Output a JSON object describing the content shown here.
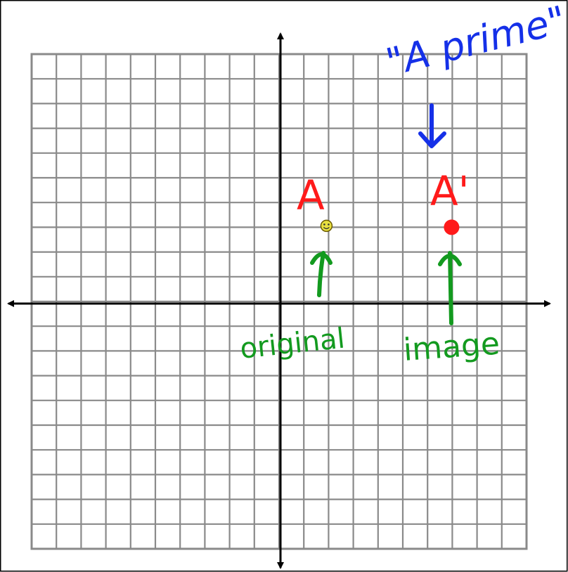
{
  "labels": {
    "a_prime_quote": "\"A prime\"",
    "original_point": "A",
    "image_point": "A'",
    "original_caption": "original",
    "image_caption": "image"
  },
  "grid": {
    "columns": 20,
    "rows": 20
  },
  "points": {
    "original": {
      "x": 2,
      "y": 3
    },
    "image": {
      "x": 7,
      "y": 3
    }
  },
  "colors": {
    "annotation_blue": "#1530e8",
    "point_red": "#ff1a1a",
    "caption_green": "#139a1f",
    "grid_line": "#8a8a8a",
    "axis": "#000000",
    "original_marker": "#e8e040"
  },
  "icons": {
    "original_marker": "smiley-face-icon"
  }
}
